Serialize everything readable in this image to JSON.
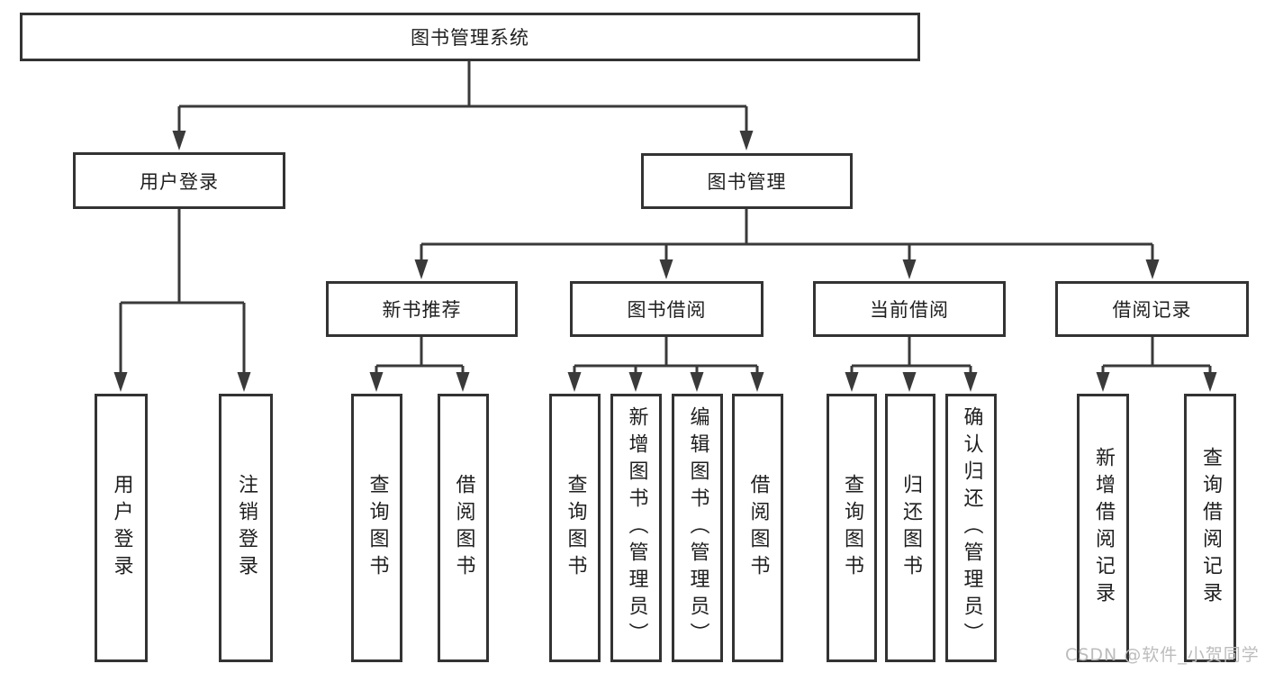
{
  "title": "图书管理系统",
  "level2": {
    "userLogin": "用户登录",
    "bookMgmt": "图书管理"
  },
  "level3": {
    "newBook": "新书推荐",
    "bookBorrow": "图书借阅",
    "currentBorrow": "当前借阅",
    "borrowRecord": "借阅记录"
  },
  "leaves": {
    "userLogin": "用户登录",
    "logout": "注销登录",
    "newBookQuery": "查询图书",
    "newBookBorrow": "借阅图书",
    "borrowQuery": "查询图书",
    "borrowAdd": "新增图书（管理员）",
    "borrowEdit": "编辑图书（管理员）",
    "borrowBorrow": "借阅图书",
    "currentQuery": "查询图书",
    "currentReturn": "归还图书",
    "currentConfirm": "确认归还（管理员）",
    "recordAdd": "新增借阅记录",
    "recordQuery": "查询借阅记录"
  },
  "watermark": "CSDN @软件_小贺同学",
  "colors": {
    "border": "#333333",
    "line": "#3a3a3a",
    "text": "#1f1f1f",
    "watermark": "#bcbcbc",
    "background": "#ffffff"
  }
}
